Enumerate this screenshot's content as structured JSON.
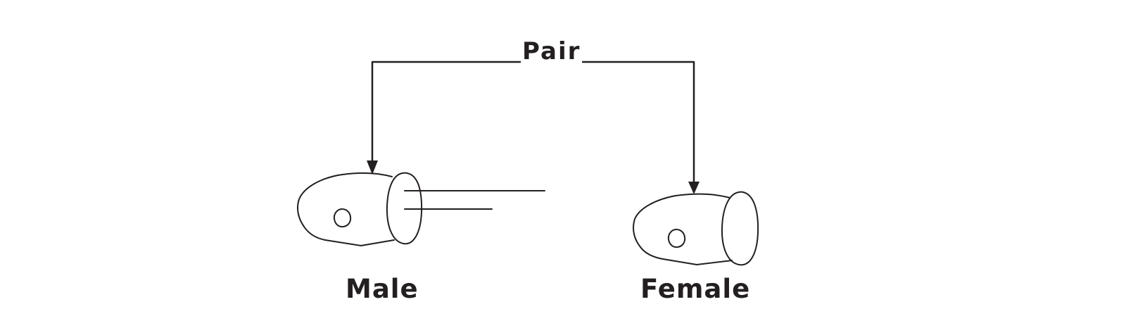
{
  "diagram": {
    "connector_label": "Pair",
    "left_label": "Male",
    "right_label": "Female",
    "ink_color": "#231f20",
    "background_color": "#ffffff"
  }
}
